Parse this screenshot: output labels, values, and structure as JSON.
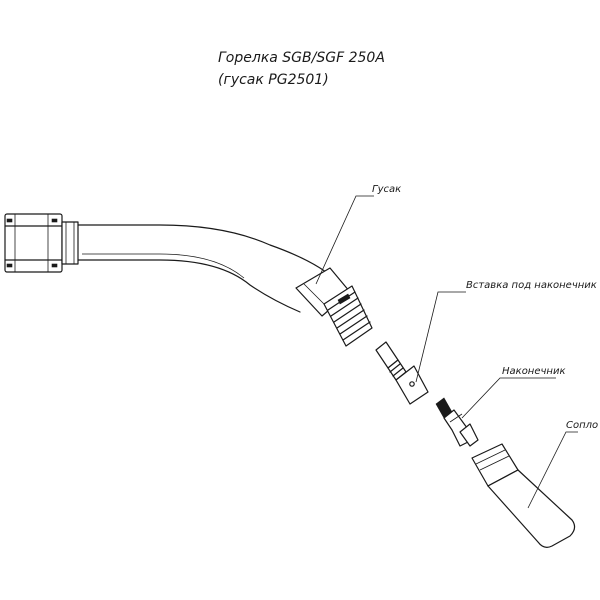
{
  "title": {
    "line1": "Горелка SGB/SGF 250A",
    "line2": "(гусак PG2501)"
  },
  "labels": {
    "gooseneck": "Гусак",
    "insert": "Вставка под наконечник",
    "tip": "Наконечник",
    "nozzle": "Сопло"
  },
  "colors": {
    "ink": "#1a1a1a",
    "paper": "#ffffff"
  }
}
